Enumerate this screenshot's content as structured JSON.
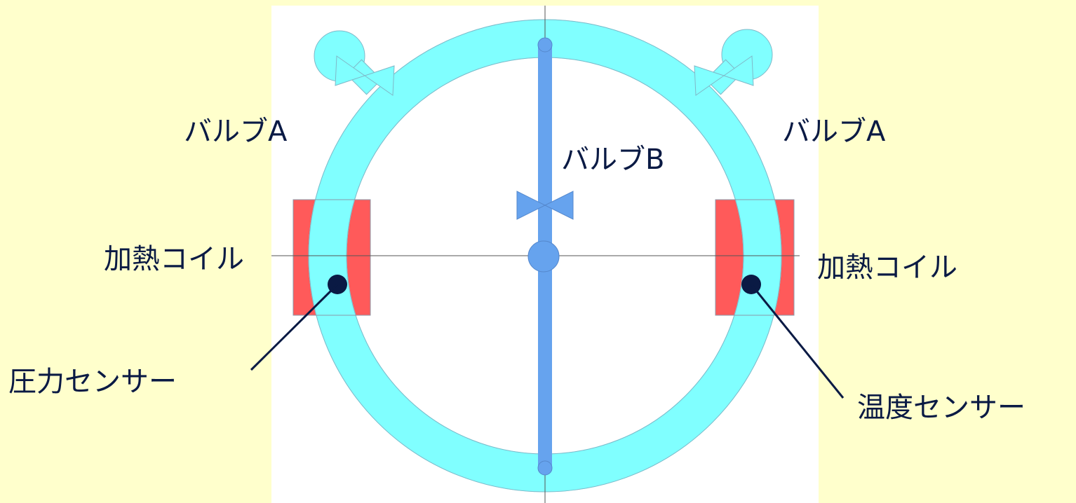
{
  "labels": {
    "valve_a_left": "バルブA",
    "valve_a_right": "バルブA",
    "valve_b": "バルブB",
    "heating_coil_left": "加熱コイル",
    "heating_coil_right": "加熱コイル",
    "pressure_sensor": "圧力センサー",
    "temperature_sensor": "温度センサー"
  },
  "colors": {
    "background": "#ffffcc",
    "panel": "#ffffff",
    "ring": "#80ffff",
    "pipe": "#66a3ee",
    "coil": "#ff5a5a",
    "sensor": "#0a1a44",
    "text": "#0a1a44"
  }
}
